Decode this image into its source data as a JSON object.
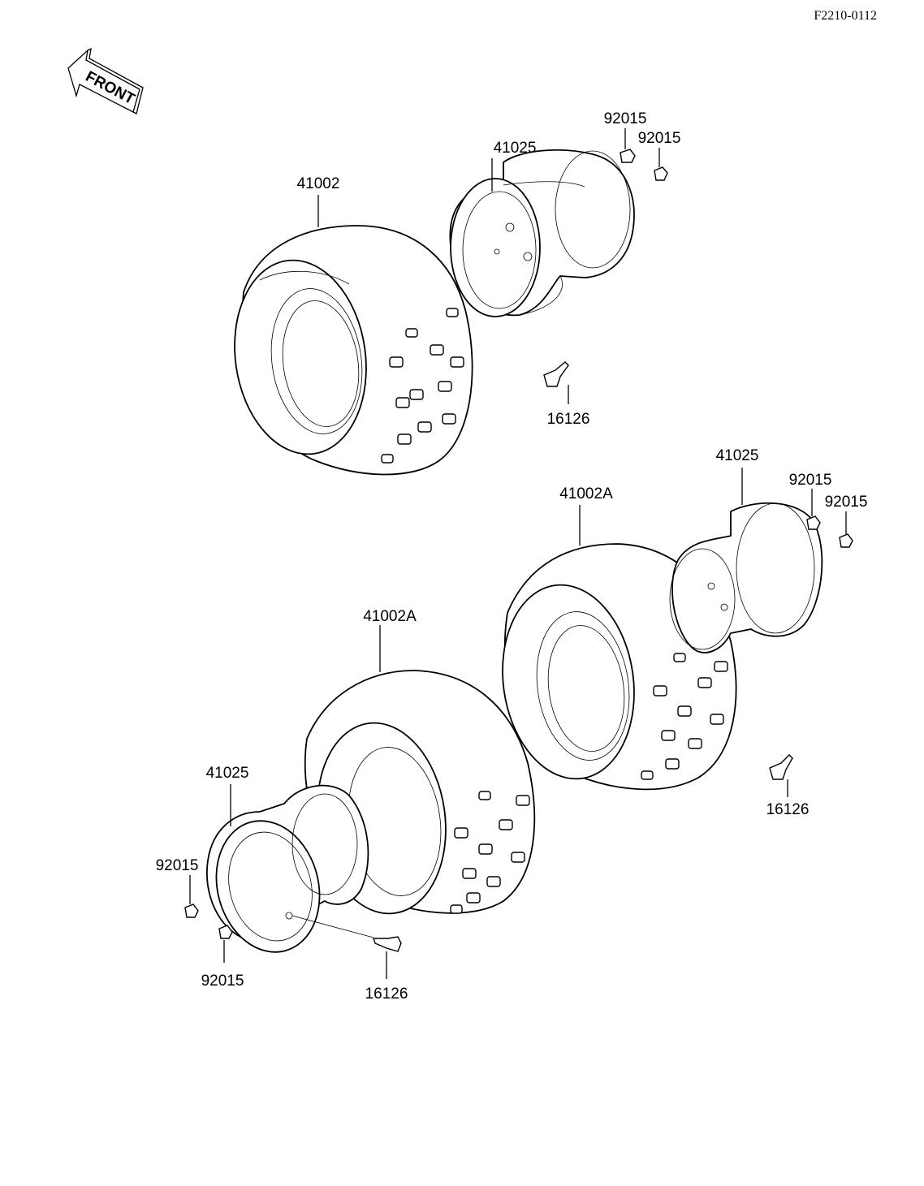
{
  "diagram_code": "F2210-0112",
  "front_label": "FRONT",
  "parts": {
    "tire_front": "41002",
    "wheel_front": "41025",
    "nut_front_a": "92015",
    "nut_front_b": "92015",
    "valve_front": "16126",
    "tire_rear_right": "41002A",
    "wheel_rear_right": "41025",
    "nut_rear_right_a": "92015",
    "nut_rear_right_b": "92015",
    "valve_rear_right": "16126",
    "tire_rear_left": "41002A",
    "wheel_rear_left": "41025",
    "nut_rear_left_a": "92015",
    "nut_rear_left_b": "92015",
    "valve_rear_left": "16126"
  }
}
